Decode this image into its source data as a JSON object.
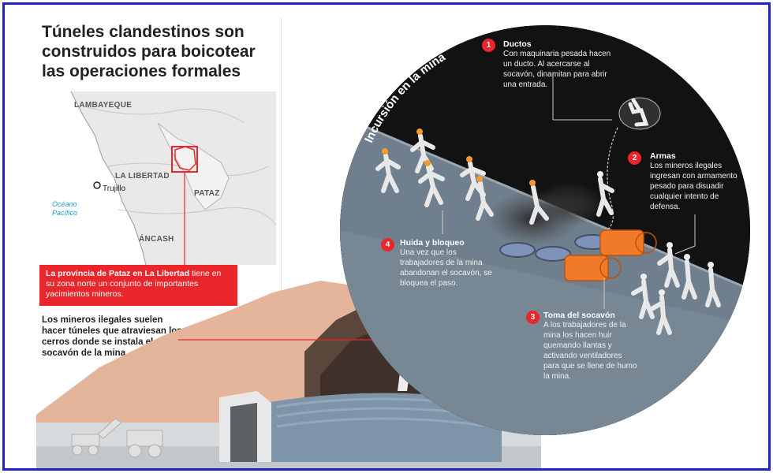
{
  "title": "Túneles clandestinos son construidos para boicotear las operaciones formales",
  "map": {
    "regions": [
      "LAMBAYEQUE",
      "LA LIBERTAD",
      "PATAZ",
      "ÁNCASH"
    ],
    "city": "Trujillo",
    "ocean_line1": "Océano",
    "ocean_line2": "Pacífico"
  },
  "info_box": {
    "highlight": "La provincia de Pataz en La Libertad",
    "text": " tiene en su zona norte un conjunto de importantes yacimientos mineros."
  },
  "tunnel_caption": "Los mineros ilegales suelen hacer túneles que atraviesan los cerros donde se instala el socavón de la mina.",
  "circle_title": "Incursión en la mina",
  "steps": [
    {
      "number": "1",
      "title": "Ductos",
      "text": "Con maquinaria pesada hacen un ducto. Al acercarse al socavón, dinamitan para abrir una entrada."
    },
    {
      "number": "2",
      "title": "Armas",
      "text": "Los mineros ilegales ingresan con armamento pesado para disuadir cualquier intento de defensa."
    },
    {
      "number": "3",
      "title": "Toma del socavón",
      "text": "A los trabajadores de la mina los hacen huir quemando llantas y activando ventiladores para que se llene de humo la mina."
    },
    {
      "number": "4",
      "title": "Huida y bloqueo",
      "text": "Una vez que los trabajadores de la mina abandonan el socavón, se bloquea el paso."
    }
  ],
  "colors": {
    "accent_red": "#e8262b",
    "frame_blue": "#1a22c8",
    "ocean_blue": "#1f9ad6",
    "fan_orange": "#f07a2a"
  }
}
